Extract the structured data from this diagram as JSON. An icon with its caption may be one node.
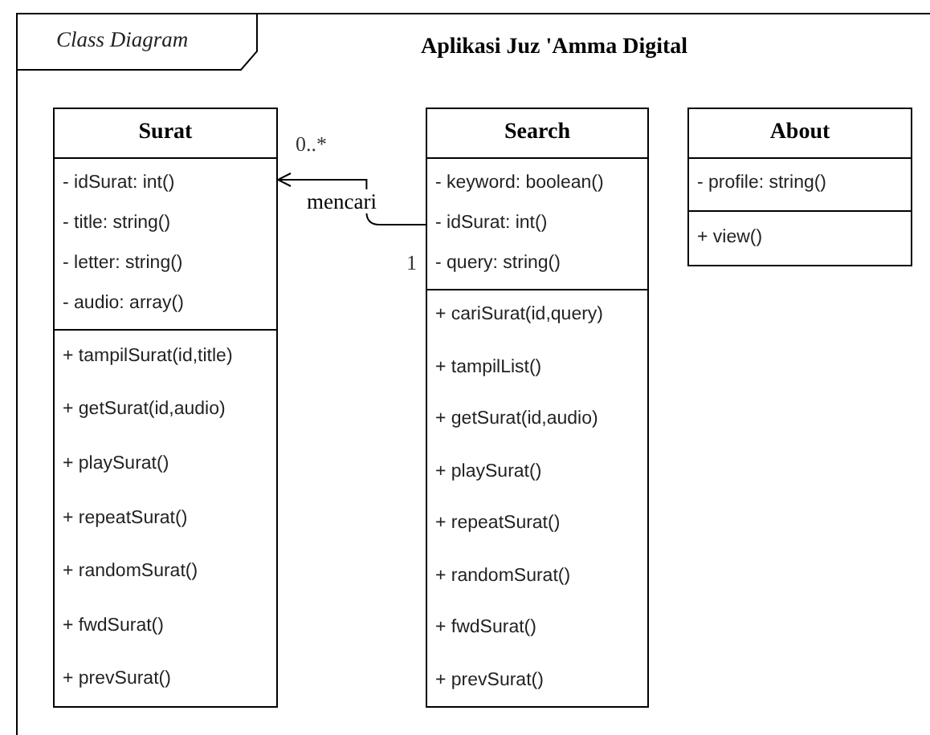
{
  "diagram": {
    "title": "Aplikasi Juz 'Amma Digital",
    "nodes": [
      {
        "text": [
          "Class Diagram"
        ]
      },
      {
        "text": [
          "Surat",
          "- idSurat: int()",
          "- title: string()",
          "- letter: string()",
          "- audio: array()",
          "+ tampilSurat(id,title)",
          "+ getSurat(id,audio)",
          "+ playSurat()",
          "+ repeatSurat()",
          "+ randomSurat()",
          "+ fwdSurat()",
          "+ prevSurat()"
        ],
        "in": 0
      },
      {
        "text": [
          "Search",
          "- keyword: boolean()",
          "- idSurat: int()",
          "- query: string()",
          "+ cariSurat(id,query)",
          "+ tampilList()",
          "+ getSurat(id,audio)",
          "+ playSurat()",
          "+ repeatSurat()",
          "+ randomSurat()",
          "+ fwdSurat()",
          "+ prevSurat()"
        ],
        "in": 0
      },
      {
        "text": [
          "About",
          "- profile: string()",
          "+ view()"
        ],
        "in": 0
      }
    ],
    "edges": [
      {
        "from": 2,
        "to": 1,
        "arrow": "to",
        "label": "mencari"
      }
    ],
    "labels": [
      "0..*",
      "1"
    ]
  }
}
